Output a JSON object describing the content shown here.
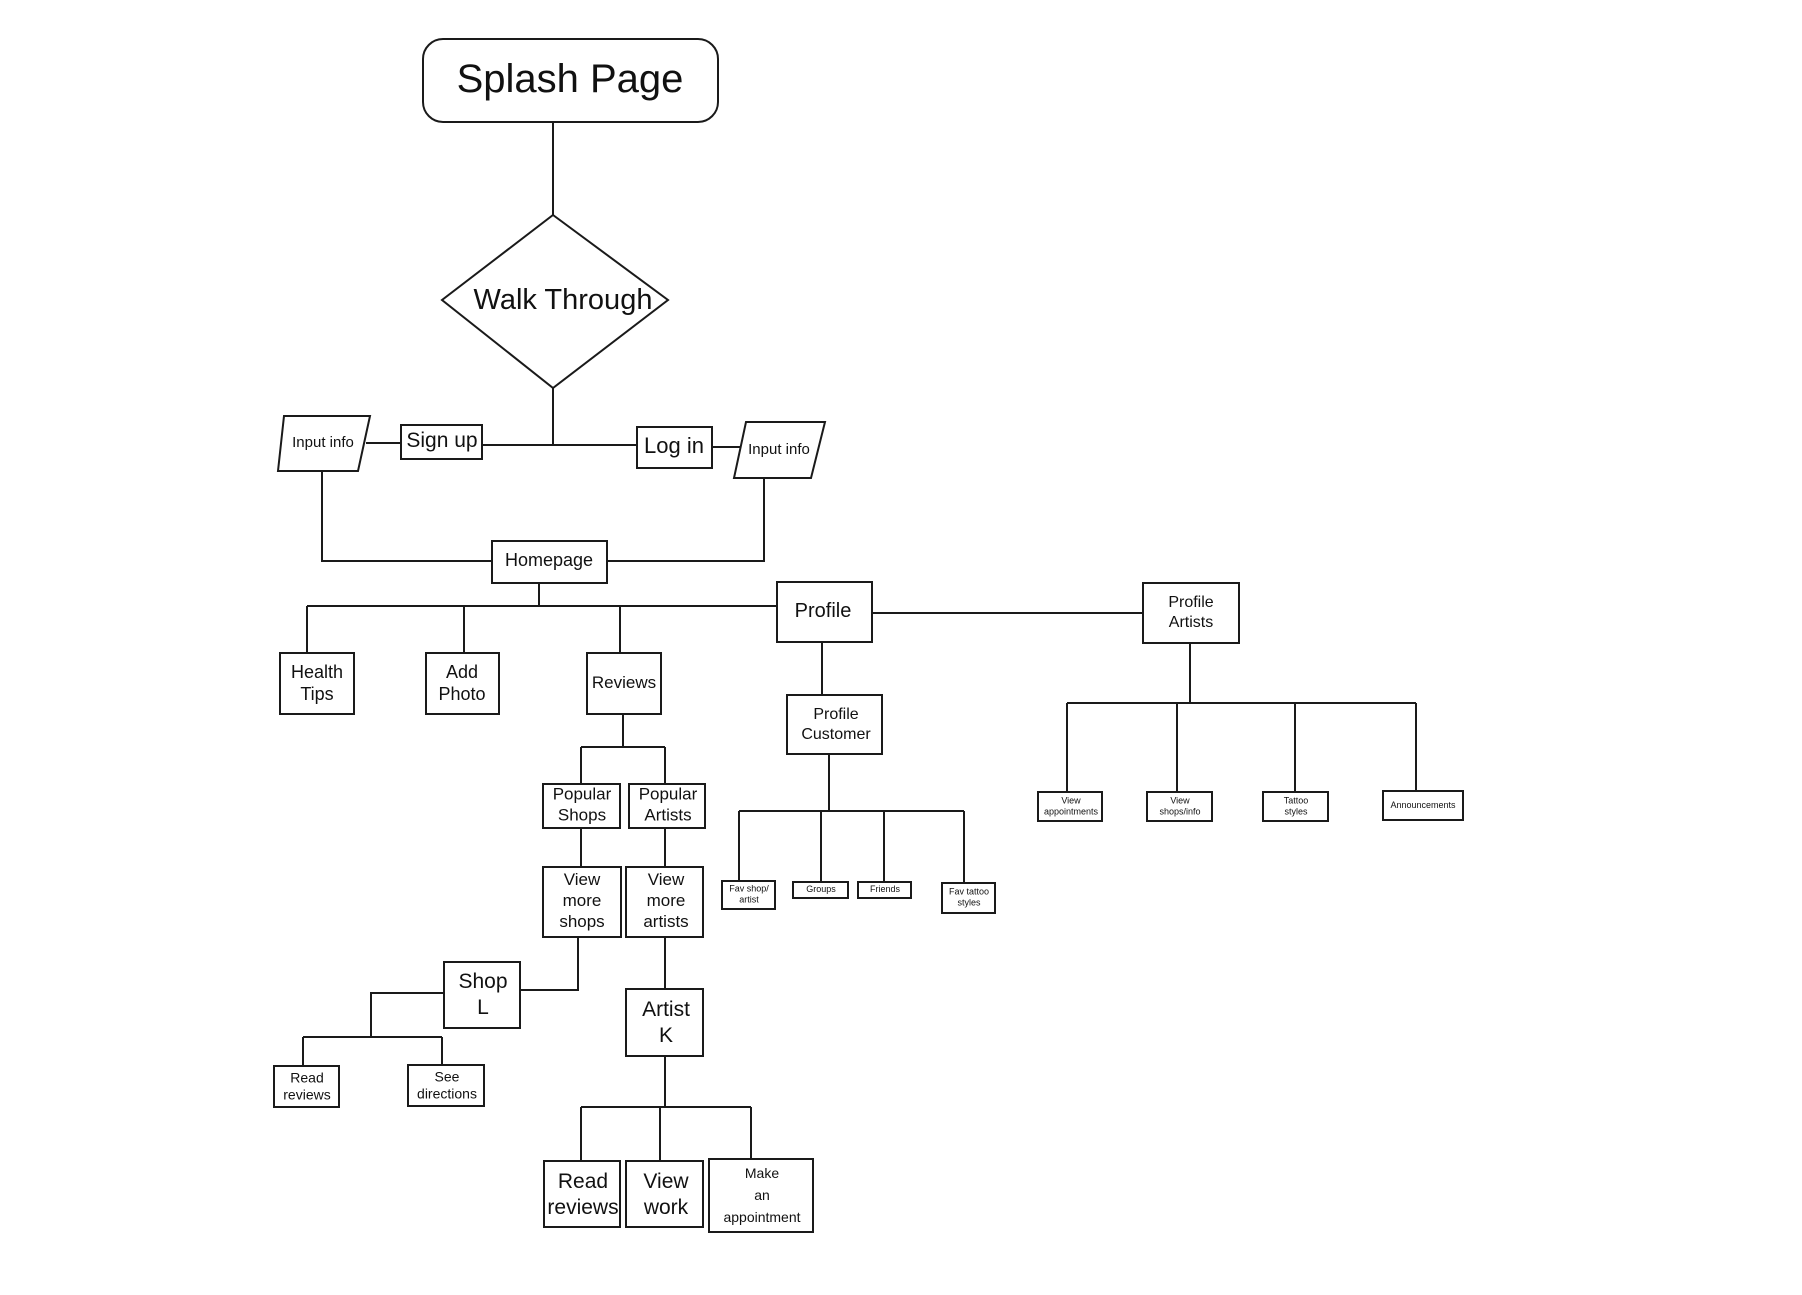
{
  "diagram": {
    "type": "sitemap-flowchart",
    "nodes": {
      "splash": {
        "lines": [
          "Splash Page"
        ],
        "shape": "rounded-rect"
      },
      "walkthrough": {
        "lines": [
          "Walk Through"
        ],
        "shape": "diamond"
      },
      "signup": {
        "lines": [
          "Sign up"
        ],
        "shape": "rect"
      },
      "login": {
        "lines": [
          "Log in"
        ],
        "shape": "rect"
      },
      "input_left": {
        "lines": [
          "Input info"
        ],
        "shape": "parallelogram"
      },
      "input_right": {
        "lines": [
          "Input info"
        ],
        "shape": "parallelogram"
      },
      "homepage": {
        "lines": [
          "Homepage"
        ],
        "shape": "rect"
      },
      "health_tips": {
        "lines": [
          "Health",
          "Tips"
        ],
        "shape": "rect"
      },
      "add_photo": {
        "lines": [
          "Add",
          "Photo"
        ],
        "shape": "rect"
      },
      "reviews": {
        "lines": [
          "Reviews"
        ],
        "shape": "rect"
      },
      "profile": {
        "lines": [
          "Profile"
        ],
        "shape": "rect"
      },
      "profile_artists": {
        "lines": [
          "Profile",
          "Artists"
        ],
        "shape": "rect"
      },
      "profile_customer": {
        "lines": [
          "Profile",
          "Customer"
        ],
        "shape": "rect"
      },
      "popular_shops": {
        "lines": [
          "Popular",
          "Shops"
        ],
        "shape": "rect"
      },
      "popular_artists": {
        "lines": [
          "Popular",
          "Artists"
        ],
        "shape": "rect"
      },
      "view_more_shops": {
        "lines": [
          "View",
          "more",
          "shops"
        ],
        "shape": "rect"
      },
      "view_more_artists": {
        "lines": [
          "View",
          "more",
          "artists"
        ],
        "shape": "rect"
      },
      "shop_l": {
        "lines": [
          "Shop",
          "L"
        ],
        "shape": "rect"
      },
      "artist_k": {
        "lines": [
          "Artist",
          "K"
        ],
        "shape": "rect"
      },
      "shop_read_reviews": {
        "lines": [
          "Read",
          "reviews"
        ],
        "shape": "rect"
      },
      "see_directions": {
        "lines": [
          "See",
          "directions"
        ],
        "shape": "rect"
      },
      "artist_read_reviews": {
        "lines": [
          "Read",
          "reviews"
        ],
        "shape": "rect"
      },
      "view_work": {
        "lines": [
          "View",
          "work"
        ],
        "shape": "rect"
      },
      "make_appointment": {
        "lines": [
          "Make",
          "an",
          "appointment"
        ],
        "shape": "rect"
      },
      "fav_shop_artist": {
        "lines": [
          "Fav shop/",
          "artist"
        ],
        "shape": "rect"
      },
      "groups": {
        "lines": [
          "Groups"
        ],
        "shape": "rect"
      },
      "friends": {
        "lines": [
          "Friends"
        ],
        "shape": "rect"
      },
      "fav_tattoo_styles": {
        "lines": [
          "Fav tattoo",
          "styles"
        ],
        "shape": "rect"
      },
      "view_appointments": {
        "lines": [
          "View",
          "appointments"
        ],
        "shape": "rect"
      },
      "view_shops_info": {
        "lines": [
          "View",
          "shops/info"
        ],
        "shape": "rect"
      },
      "tattoo_styles": {
        "lines": [
          "Tattoo",
          "styles"
        ],
        "shape": "rect"
      },
      "announcements": {
        "lines": [
          "Announcements"
        ],
        "shape": "rect"
      }
    },
    "edges": [
      [
        "splash",
        "walkthrough"
      ],
      [
        "walkthrough",
        "signup"
      ],
      [
        "walkthrough",
        "login"
      ],
      [
        "signup",
        "input_left"
      ],
      [
        "login",
        "input_right"
      ],
      [
        "input_left",
        "homepage"
      ],
      [
        "input_right",
        "homepage"
      ],
      [
        "homepage",
        "health_tips"
      ],
      [
        "homepage",
        "add_photo"
      ],
      [
        "homepage",
        "reviews"
      ],
      [
        "homepage",
        "profile"
      ],
      [
        "profile",
        "profile_artists"
      ],
      [
        "profile",
        "profile_customer"
      ],
      [
        "reviews",
        "popular_shops"
      ],
      [
        "reviews",
        "popular_artists"
      ],
      [
        "popular_shops",
        "view_more_shops"
      ],
      [
        "popular_artists",
        "view_more_artists"
      ],
      [
        "view_more_shops",
        "shop_l"
      ],
      [
        "view_more_artists",
        "artist_k"
      ],
      [
        "shop_l",
        "shop_read_reviews"
      ],
      [
        "shop_l",
        "see_directions"
      ],
      [
        "artist_k",
        "artist_read_reviews"
      ],
      [
        "artist_k",
        "view_work"
      ],
      [
        "artist_k",
        "make_appointment"
      ],
      [
        "profile_customer",
        "fav_shop_artist"
      ],
      [
        "profile_customer",
        "groups"
      ],
      [
        "profile_customer",
        "friends"
      ],
      [
        "profile_customer",
        "fav_tattoo_styles"
      ],
      [
        "profile_artists",
        "view_appointments"
      ],
      [
        "profile_artists",
        "view_shops_info"
      ],
      [
        "profile_artists",
        "tattoo_styles"
      ],
      [
        "profile_artists",
        "announcements"
      ]
    ]
  }
}
